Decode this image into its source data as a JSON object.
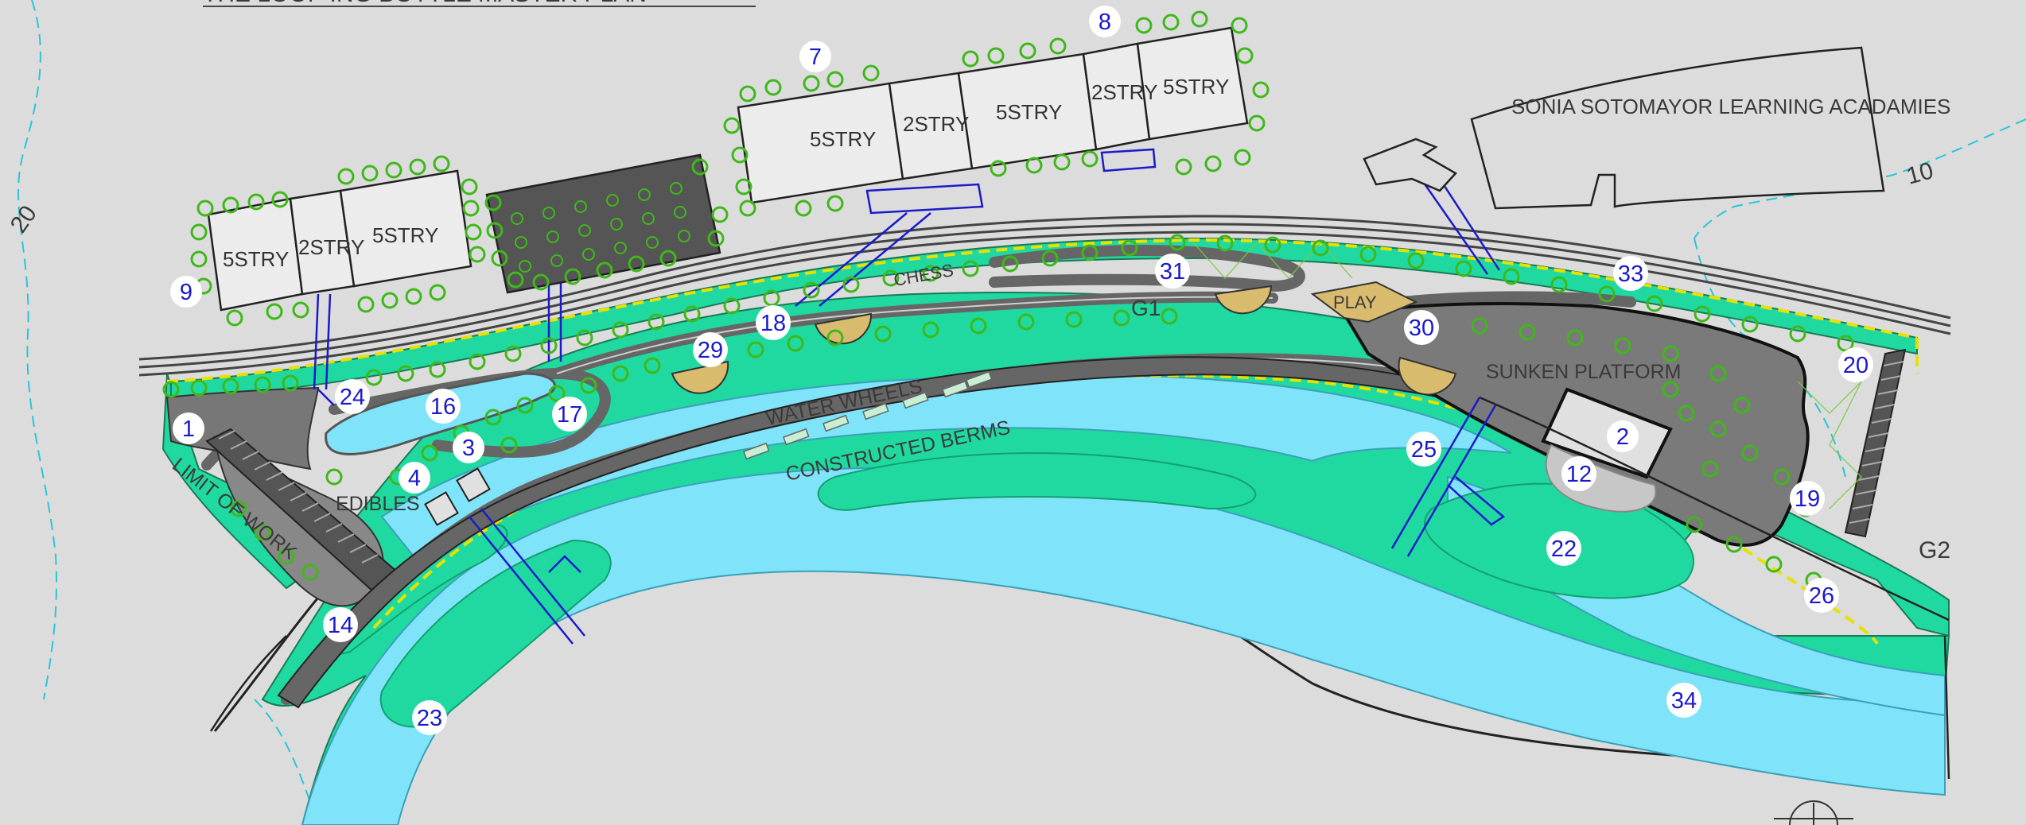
{
  "plan": {
    "title_fragment": "THE LOOP ING BOTTLE MASTER PLAN",
    "school": "SONIA SOTOMAYOR LEARNING ACADAMIES",
    "contours": [
      "20",
      "10"
    ],
    "area_labels": {
      "water_wheels": "WATER WHEELS",
      "berms": "CONSTRUCTED BERMS",
      "sunken": "SUNKEN PLATFORM",
      "play": "PLAY",
      "chess": "CHESS",
      "edibles": "EDIBLES",
      "limit": "LIMIT OF WORK",
      "g1": "G1",
      "g2": "G2"
    },
    "building_labels": [
      "5STRY",
      "2STRY",
      "5STRY",
      "5STRY",
      "2STRY",
      "5STRY",
      "2STRY",
      "5STRY"
    ],
    "markers": [
      "1",
      "2",
      "3",
      "4",
      "7",
      "8",
      "9",
      "12",
      "14",
      "16",
      "17",
      "18",
      "19",
      "20",
      "22",
      "23",
      "24",
      "25",
      "26",
      "29",
      "30",
      "31",
      "33",
      "34"
    ]
  },
  "colors": {
    "background": "#dcdcdc",
    "green": "#1fd9a0",
    "water": "#7fe3f9",
    "paving": "#777777",
    "tree": "#3fb81a",
    "marker_text": "#1a1acc",
    "limit_line": "#e8e000",
    "sand": "#d9bb6e"
  }
}
